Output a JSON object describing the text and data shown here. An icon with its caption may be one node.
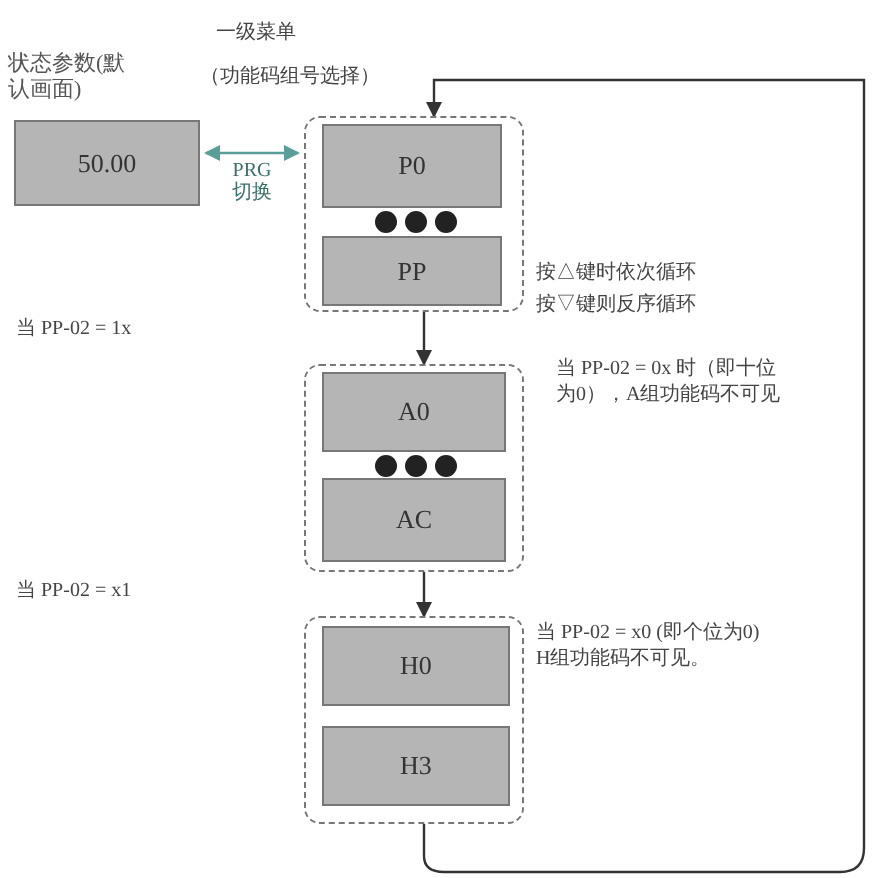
{
  "diagram": {
    "nodes": [
      {
        "text": [
          "状态参数(默认画面)",
          "50.00"
        ]
      },
      {
        "text": [],
        "shape": "box"
      },
      {
        "text": [
          "P0"
        ],
        "in": 1
      },
      {
        "text": [
          "PP"
        ],
        "in": 1
      },
      {
        "text": [],
        "shape": "box"
      },
      {
        "text": [
          "A0"
        ],
        "in": 4
      },
      {
        "text": [
          "AC"
        ],
        "in": 4
      },
      {
        "text": [],
        "shape": "box"
      },
      {
        "text": [
          "H0"
        ],
        "in": 7
      },
      {
        "text": [
          "H3"
        ],
        "in": 7
      }
    ],
    "edges": [
      {
        "from": 0,
        "to": 1,
        "arrow": "both",
        "label": "PRG 切换",
        "color": "#5a9e9a"
      },
      {
        "from": 1,
        "to": 4,
        "arrow": "to"
      },
      {
        "from": 4,
        "to": 7,
        "arrow": "to"
      },
      {
        "from": 7,
        "to": 1,
        "arrow": "to"
      }
    ],
    "labels": [
      "一级菜单",
      "（功能码组号选择）",
      "按△键时依次循环",
      "按▽键则反序循环",
      "当 PP-02 = 1x",
      "当 PP-02 = 0x 时（即十位为0），A组功能码不可见",
      "当 PP-02 = x1",
      "当 PP-02 = x0 (即个位为0) H组功能码不可见。"
    ]
  }
}
